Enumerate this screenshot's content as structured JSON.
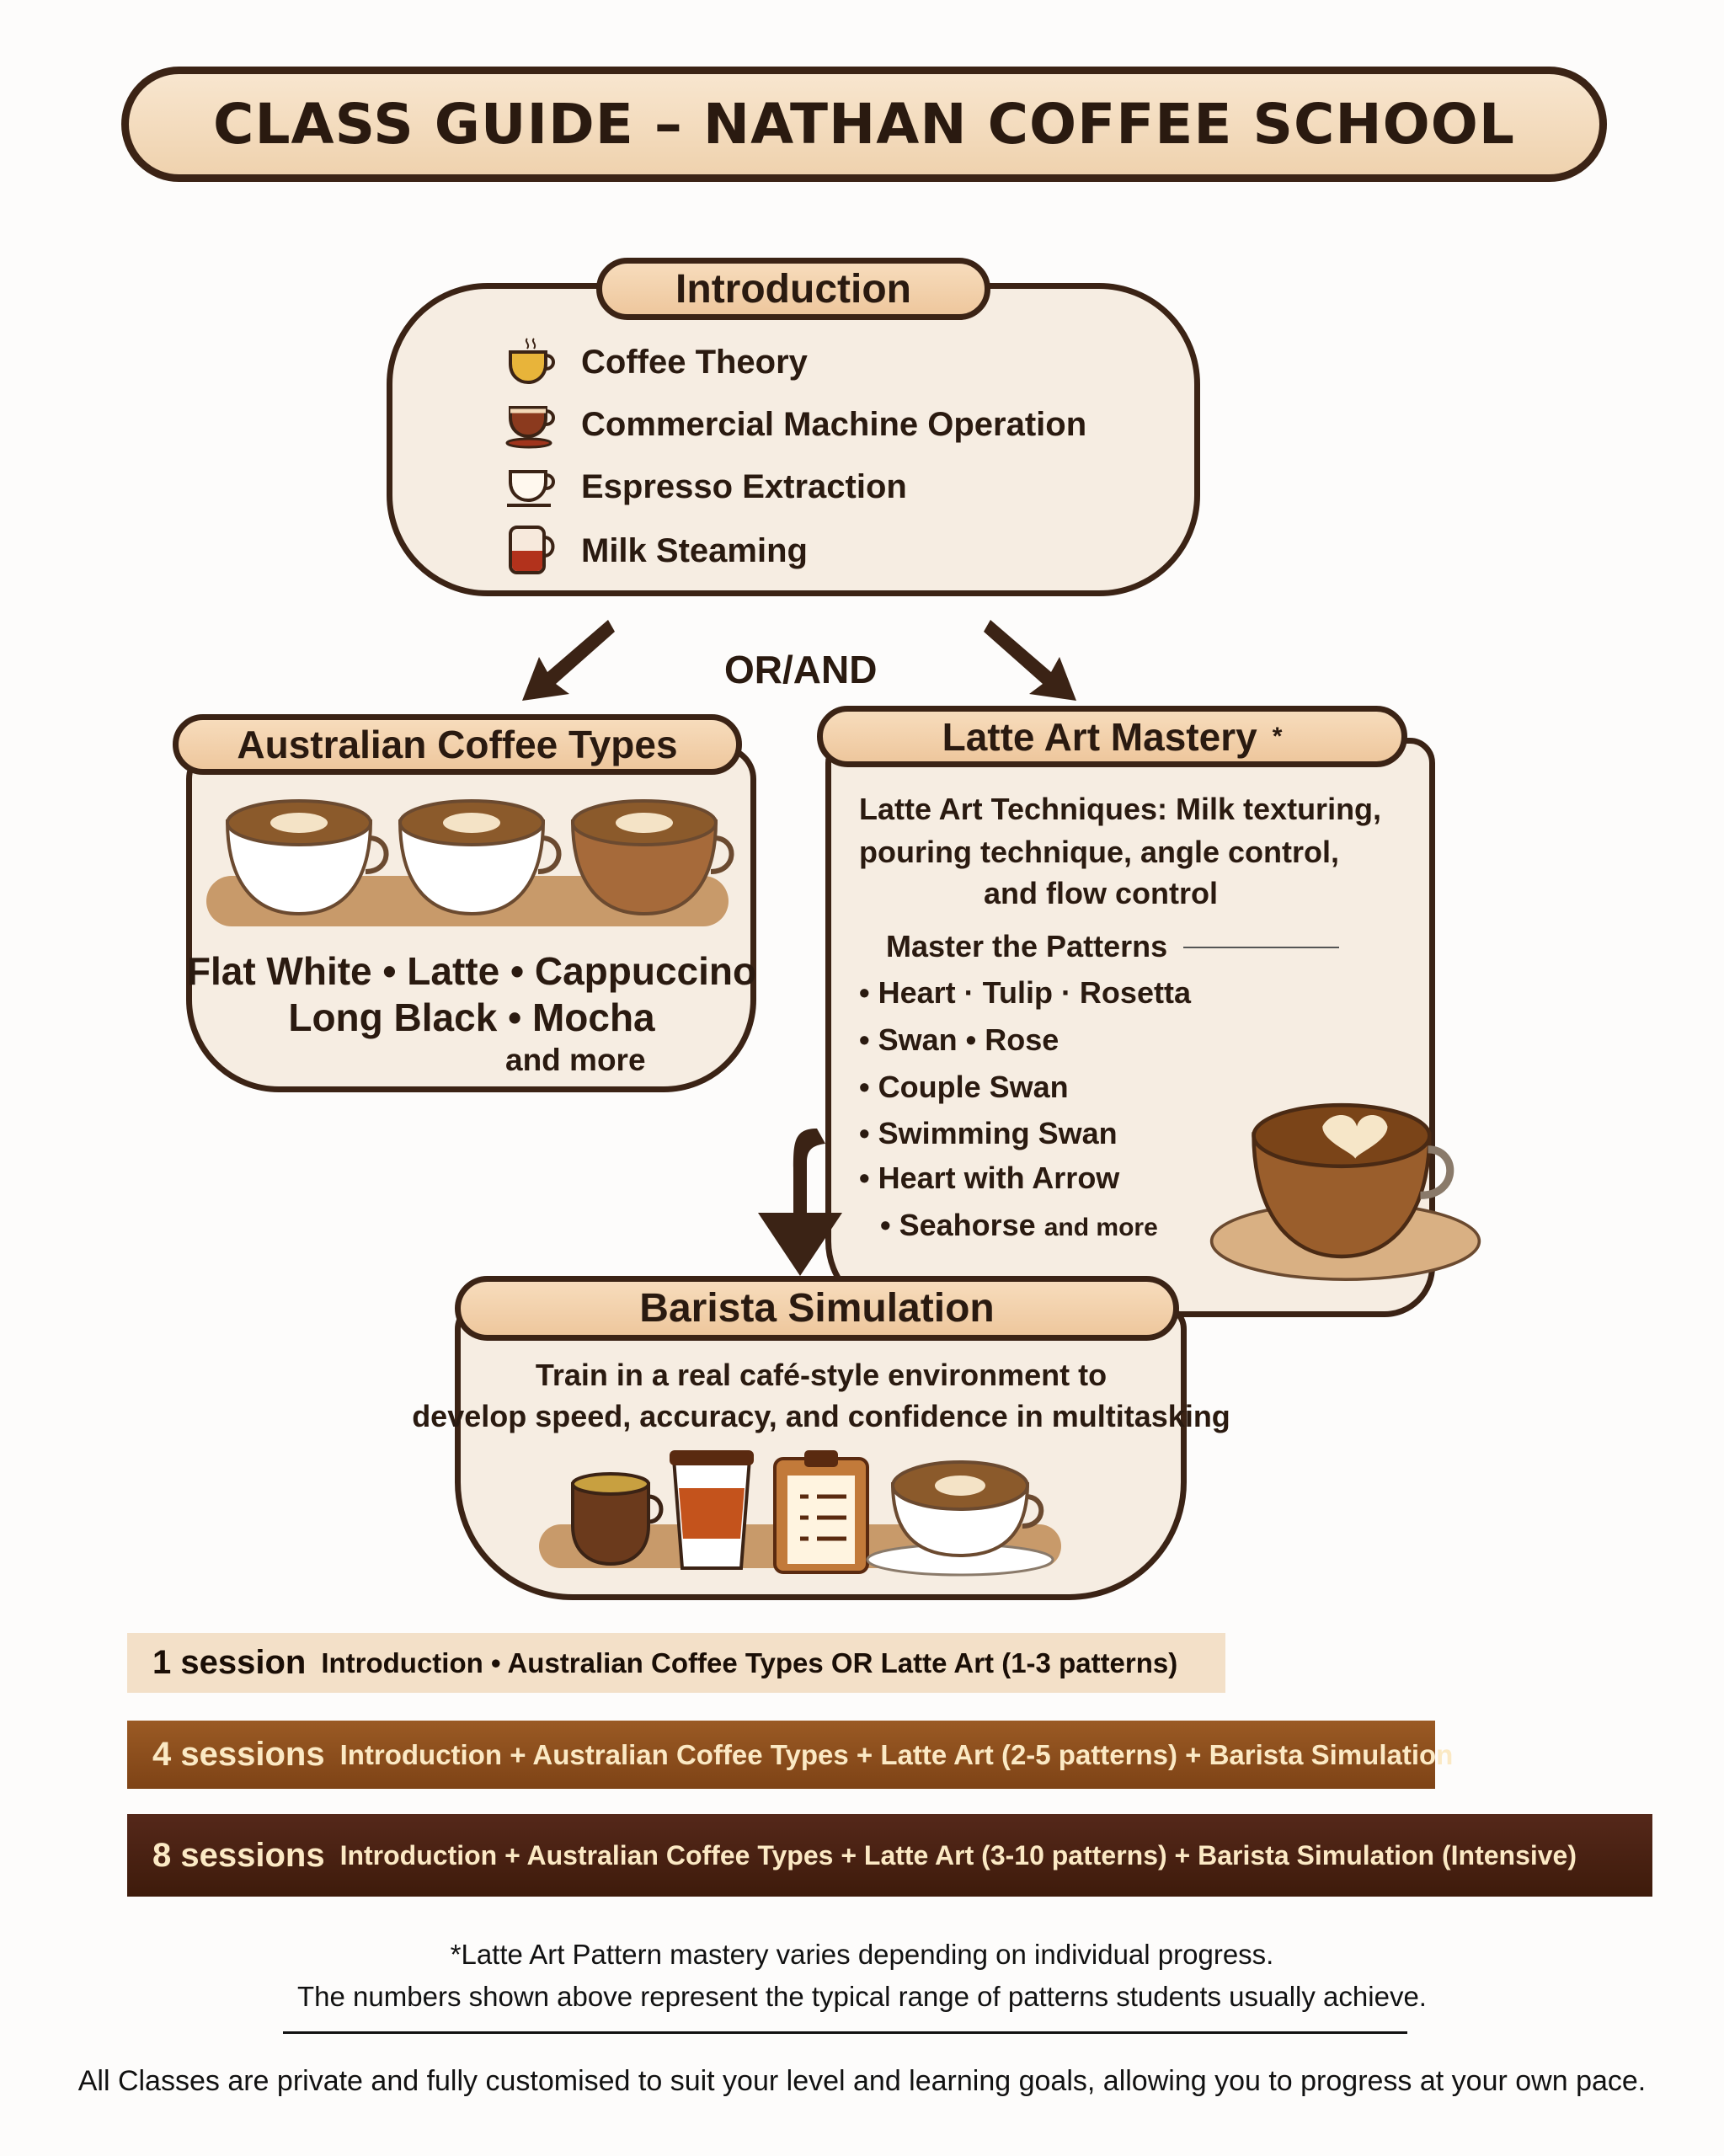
{
  "title": "CLASS GUIDE – NATHAN COFFEE SCHOOL",
  "introduction": {
    "heading": "Introduction",
    "items": [
      {
        "icon": "coffee-cup-icon",
        "label": "Coffee Theory"
      },
      {
        "icon": "espresso-cup-icon",
        "label": "Commercial Machine Operation"
      },
      {
        "icon": "cup-outline-icon",
        "label": "Espresso Extraction"
      },
      {
        "icon": "milk-jug-icon",
        "label": "Milk Steaming"
      }
    ]
  },
  "connector": "OR/AND",
  "australian": {
    "heading": "Australian Coffee Types",
    "line1": "Flat White • Latte • Cappuccino",
    "line2": "Long Black • Mocha",
    "line3": "and more"
  },
  "latte": {
    "heading": "Latte Art Mastery",
    "asterisk": "*",
    "tech1": "Latte Art Techniques: Milk texturing,",
    "tech2": "pouring technique, angle control,",
    "tech3": "and flow control",
    "patterns_heading": "Master the Patterns",
    "patterns": [
      "• Heart · Tulip · Rosetta",
      "• Swan • Rose",
      "• Couple Swan",
      "• Swimming Swan",
      "• Heart with Arrow"
    ],
    "last_pattern": "• Seahorse",
    "and_more": "and more"
  },
  "barista": {
    "heading": "Barista Simulation",
    "line1": "Train in a real café-style environment to",
    "line2": "develop speed, accuracy, and confidence in multitasking"
  },
  "packages": [
    {
      "sessions": "1 session",
      "desc": "Introduction • Australian Coffee Types OR Latte Art (1-3 patterns)",
      "color": "#f3e0c8"
    },
    {
      "sessions": "4 sessions",
      "desc": "Introduction + Australian Coffee Types + Latte Art (2-5 patterns) + Barista Simulation",
      "color": "#8e4f1e"
    },
    {
      "sessions": "8 sessions",
      "desc": "Introduction + Australian Coffee Types + Latte Art (3-10 patterns) + Barista Simulation (Intensive)",
      "color": "#4a2211"
    }
  ],
  "footnote1": "*Latte Art Pattern mastery varies depending on individual progress.",
  "footnote2": "The numbers shown above represent the typical range of patterns students usually achieve.",
  "closing": "All Classes are private and fully customised to suit your level and learning goals, allowing you to progress at your own pace."
}
